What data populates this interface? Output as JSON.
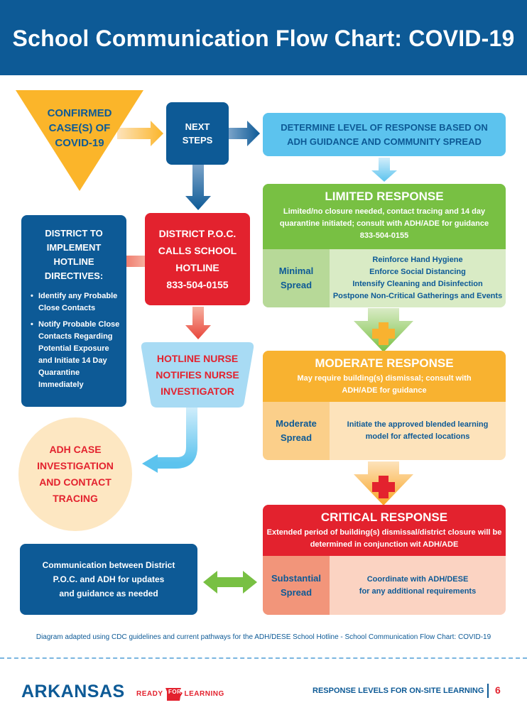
{
  "title": "School Communication Flow Chart: COVID-19",
  "confirmed": {
    "line1": "CONFIRMED",
    "line2": "CASE(S) OF",
    "line3": "COVID-19"
  },
  "next_steps": {
    "line1": "NEXT",
    "line2": "STEPS"
  },
  "determine": {
    "line1": "DETERMINE LEVEL OF RESPONSE BASED ON",
    "line2": "ADH GUIDANCE AND COMMUNITY SPREAD"
  },
  "district_poc": {
    "line1": "DISTRICT P.O.C.",
    "line2": "CALLS SCHOOL",
    "line3": "HOTLINE",
    "phone": "833-504-0155"
  },
  "district_implement": {
    "line1": "DISTRICT TO",
    "line2": "IMPLEMENT",
    "line3": "HOTLINE",
    "line4": "DIRECTIVES:",
    "bullets": [
      "Identify any Probable Close Contacts",
      "Notify Probable Close Contacts Regarding Potential Exposure and Initiate 14 Day Quarantine Immediately"
    ]
  },
  "hotline_nurse": {
    "line1": "HOTLINE NURSE",
    "line2": "NOTIFIES NURSE",
    "line3": "INVESTIGATOR"
  },
  "adh_case": {
    "line1": "ADH CASE",
    "line2": "INVESTIGATION",
    "line3": "AND CONTACT",
    "line4": "TRACING"
  },
  "communication": {
    "line1": "Communication between District",
    "line2": "P.O.C. and ADH for updates",
    "line3": "and guidance as needed"
  },
  "limited": {
    "title": "LIMITED RESPONSE",
    "desc1": "Limited/no closure needed, contact tracing and 14 day",
    "desc2": "quarantine initiated; consult with ADH/ADE for guidance",
    "phone": "833-504-0155",
    "spread1": "Minimal",
    "spread2": "Spread",
    "actions": [
      "Reinforce Hand Hygiene",
      "Enforce Social Distancing",
      "Intensify Cleaning and Disinfection",
      "Postpone Non-Critical Gatherings and Events"
    ]
  },
  "moderate": {
    "title": "MODERATE RESPONSE",
    "desc1": "May require building(s) dismissal; consult with",
    "desc2": "ADH/ADE for guidance",
    "spread1": "Moderate",
    "spread2": "Spread",
    "actions": [
      "Initiate the approved blended learning",
      "model for affected locations"
    ]
  },
  "critical": {
    "title": "CRITICAL RESPONSE",
    "desc1": "Extended period of building(s) dismissal/district closure will be",
    "desc2": "determined in conjunction wit ADH/ADE",
    "spread1": "Substantial",
    "spread2": "Spread",
    "actions": [
      "Coordinate with ADH/DESE",
      "for any additional requirements"
    ]
  },
  "footnote": "Diagram adapted using CDC guidelines and current pathways for the ADH/DESE School Hotline - School Communication Flow Chart: COVID-19",
  "footer": {
    "brand": "ARKANSAS",
    "ready": "READY",
    "for": "FOR",
    "learning": "LEARNING",
    "section": "RESPONSE LEVELS FOR ON-SITE LEARNING",
    "page": "6"
  },
  "colors": {
    "navy": "#0d5a96",
    "red": "#e3222e",
    "light_blue": "#5cc3ee",
    "yellow": "#fbb52a",
    "green": "#78c043",
    "green_light": "#d9ebc5",
    "orange": "#f8b230",
    "orange_light": "#fde3bb",
    "crit_light": "#fbd3c2",
    "crit_mid": "#f2957a"
  }
}
